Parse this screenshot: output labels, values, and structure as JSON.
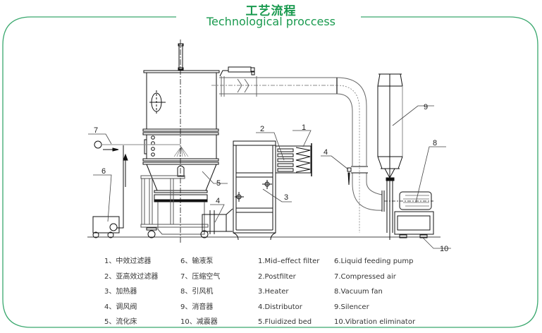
{
  "header": {
    "title_cn": "工艺流程",
    "title_en": "Technological proccess"
  },
  "colors": {
    "accent": "#1a9a4f",
    "frame": "#3aa86e",
    "line": "#111111",
    "line_gray": "#8a8a8a"
  },
  "callouts": {
    "c1": "1",
    "c2": "2",
    "c3": "3",
    "c4a": "4",
    "c4b": "4",
    "c5": "5",
    "c6": "6",
    "c7": "7",
    "c8": "8",
    "c9": "9",
    "c10": "10"
  },
  "legend_cn": {
    "col1": [
      "1、中效过滤器",
      "2、亚高效过滤器",
      "3、加热器",
      "4、调风阀",
      "5、流化床"
    ],
    "col2": [
      "6、输液泵",
      "7、压缩空气",
      "8、引风机",
      "9、消音器",
      "10、减震器"
    ]
  },
  "legend_en": {
    "col1": [
      "1.Mid–effect filter",
      "2.Postfilter",
      "3.Heater",
      "4.Distributor",
      "5.Fluidized bed"
    ],
    "col2": [
      "6.Liquid feeding pump",
      "7.Compressed air",
      "8.Vacuum fan",
      "9.Silencer",
      "10.Vibration eliminator"
    ]
  }
}
